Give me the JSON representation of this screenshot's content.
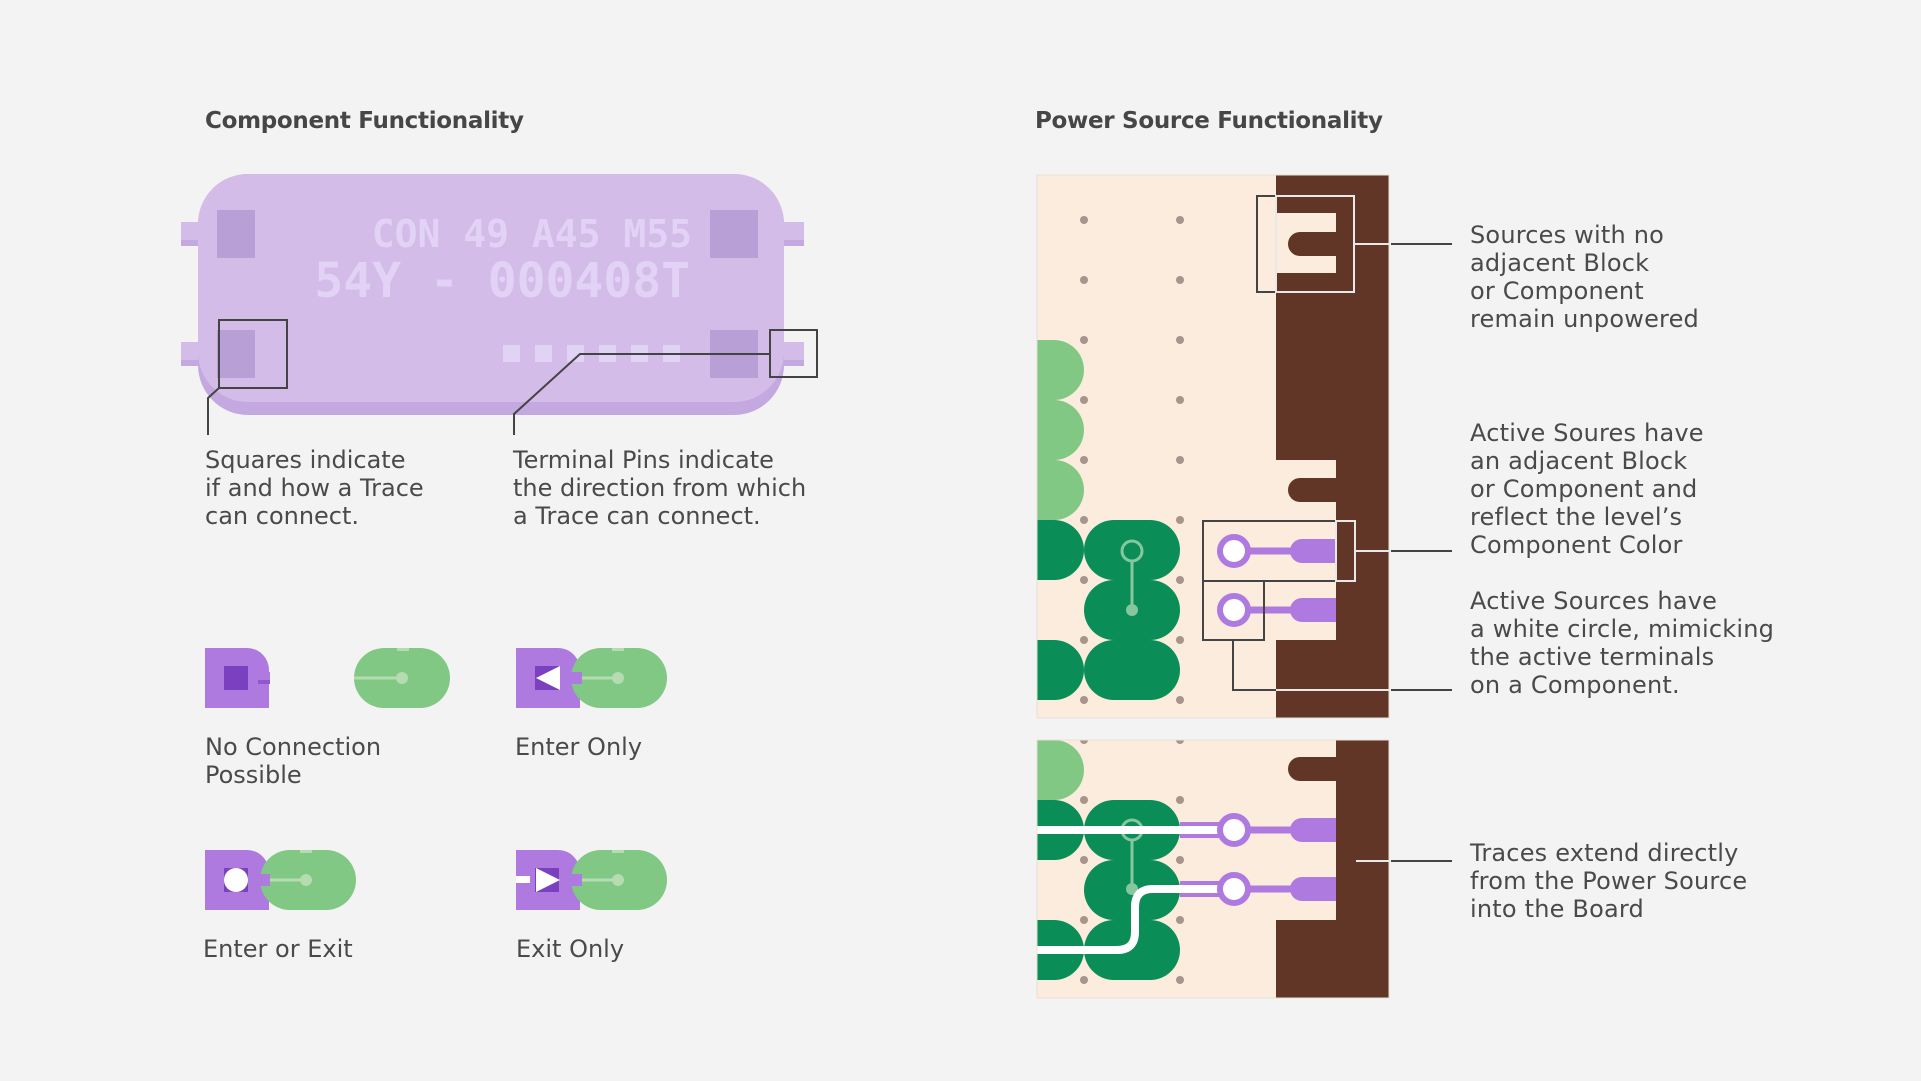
{
  "component_section": {
    "title": "Component Functionality",
    "component": {
      "label_line1": "CON 49 A45 M55",
      "label_line2": "54Y - 000408T"
    },
    "callouts": [
      {
        "text": "Squares indicate\nif and how a Trace\ncan connect."
      },
      {
        "text": "Terminal Pins indicate\nthe direction from which\na Trace can connect."
      }
    ],
    "legend": [
      {
        "label": "No Connection\nPossible",
        "icon": "square-icon"
      },
      {
        "label": "Enter Only",
        "icon": "arrow-left-icon"
      },
      {
        "label": "Enter or Exit",
        "icon": "circle-icon"
      },
      {
        "label": "Exit Only",
        "icon": "arrow-right-icon"
      }
    ]
  },
  "power_section": {
    "title": "Power Source Functionality",
    "callouts": [
      {
        "text": "Sources with no\nadjacent Block\nor Component\nremain unpowered"
      },
      {
        "text": "Active Soures have\nan adjacent Block\nor Component and\nreflect  the level’s\nComponent Color"
      },
      {
        "text": "Active Sources have\na white circle, mimicking\nthe active terminals\non a Component."
      },
      {
        "text": "Traces extend directly\nfrom the Power Source\ninto the Board"
      }
    ]
  },
  "colors": {
    "background": "#f3f3f3",
    "component_body": "#d4bce9",
    "component_square": "#b8a0d6",
    "purple_accent": "#ae7ae0",
    "purple_dark": "#7a40bf",
    "green_light": "#80c883",
    "green_dark": "#0b8d57",
    "board": "#fcecdd",
    "power_source": "#623626",
    "dot": "#a6958c",
    "callout_line": "#444444"
  }
}
